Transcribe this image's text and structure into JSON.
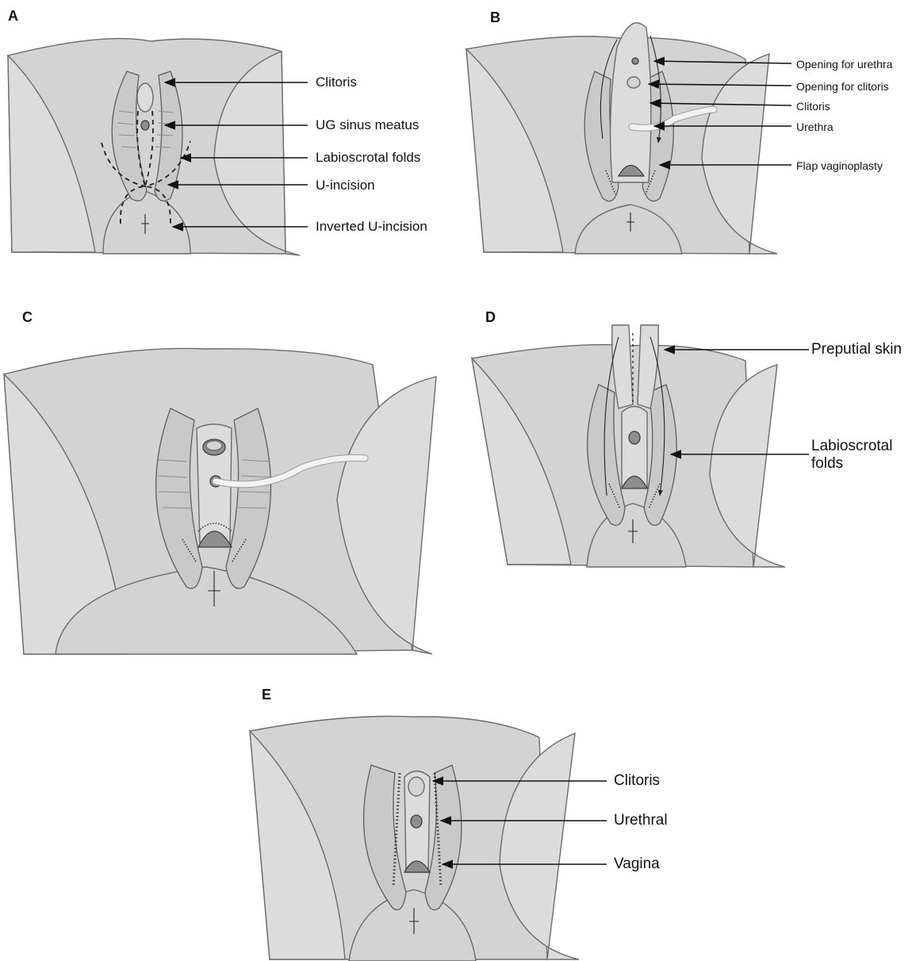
{
  "panels": {
    "A": {
      "letter": "A",
      "labels": [
        "Clitoris",
        "UG sinus meatus",
        "Labioscrotal folds",
        "U-incision",
        "Inverted U-incision"
      ]
    },
    "B": {
      "letter": "B",
      "labels": [
        "Opening for urethra",
        "Opening for clitoris",
        "Clitoris",
        "Urethra",
        "Flap vaginoplasty"
      ]
    },
    "C": {
      "letter": "C",
      "labels": []
    },
    "D": {
      "letter": "D",
      "labels": [
        "Preputial skin",
        "Labioscrotal\nfolds"
      ]
    },
    "E": {
      "letter": "E",
      "labels": [
        "Clitoris",
        "Urethral",
        "Vagina"
      ]
    }
  },
  "colors": {
    "skin": "#d3d3d3",
    "outline": "#6b6b6b",
    "arrow": "#111111"
  }
}
